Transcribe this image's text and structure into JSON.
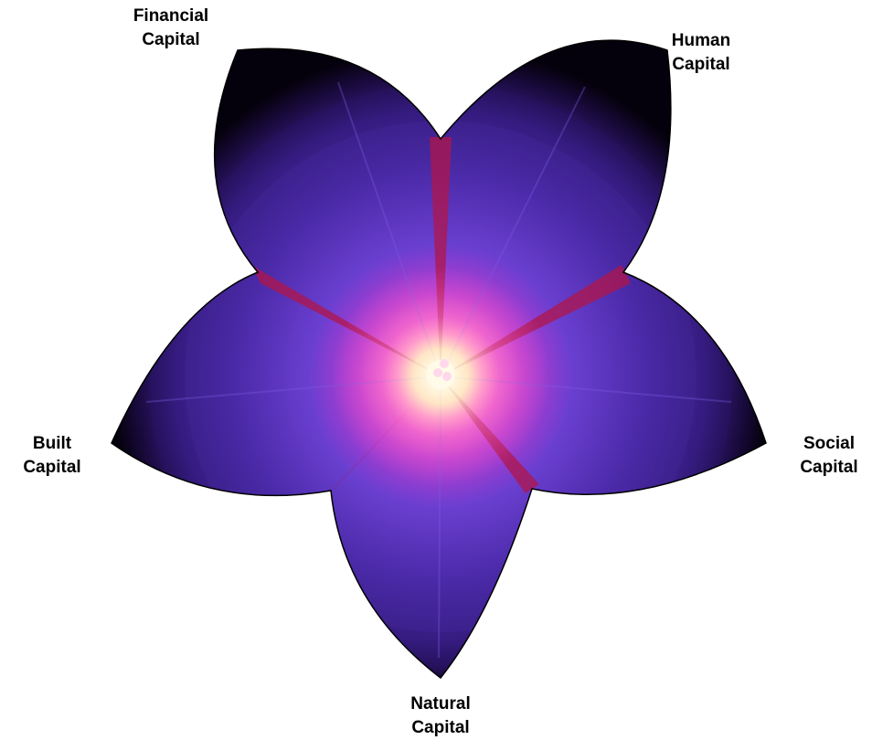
{
  "labels": {
    "financial": {
      "line1": "Financial",
      "line2": "Capital"
    },
    "human": {
      "line1": "Human",
      "line2": "Capital"
    },
    "built": {
      "line1": "Built",
      "line2": "Capital"
    },
    "social": {
      "line1": "Social",
      "line2": "Capital"
    },
    "natural": {
      "line1": "Natural",
      "line2": "Capital"
    }
  },
  "colors": {
    "petal_purple": "#4b2aa8",
    "petal_violet": "#6a3fd0",
    "vein_magenta": "#b0154a",
    "center_pink": "#ff5fc8",
    "center_glow": "#fff6d8",
    "edge_dark": "#05010c",
    "outline": "#000000"
  }
}
